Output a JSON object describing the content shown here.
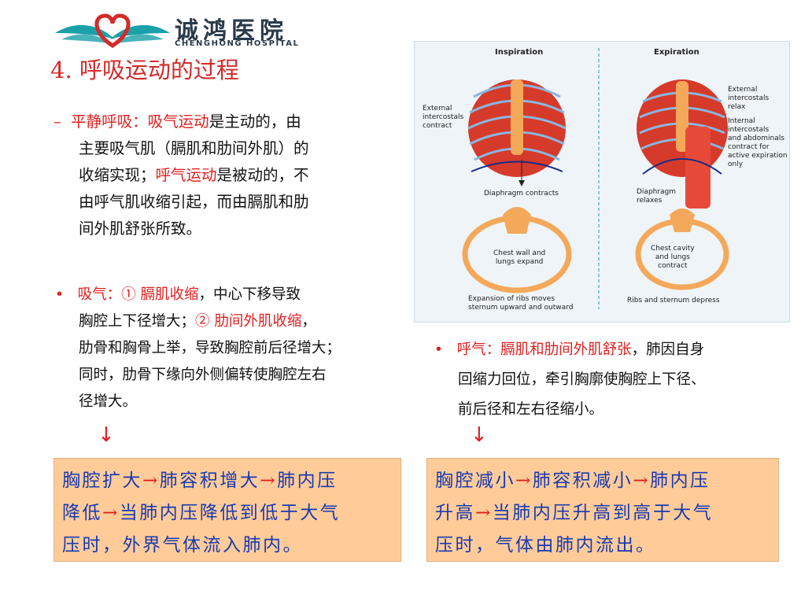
{
  "logo": {
    "name_cn": "诚鸿医院",
    "name_en": "CHENGHONG HOSPITAL"
  },
  "title": "4. 呼吸运动的过程",
  "para1": {
    "bullet": "–",
    "lead_red": "平静呼吸：",
    "red1": "吸气运动",
    "text1": "是主动的，由",
    "line2": "主要吸气肌（膈肌和肋间外肌）的",
    "line3a": "收缩实现；",
    "red2": "呼气运动",
    "text3b": "是被动的，不",
    "line4": "由呼气肌收缩引起，而由膈肌和肋",
    "line5": "间外肌舒张所致。"
  },
  "para2": {
    "bullet": "•",
    "lead_red": "吸气：",
    "red1": "① 膈肌收缩",
    "text1": "，中心下移导致",
    "line2a": "胸腔上下径增大；",
    "red2": "② 肋间外肌收缩",
    "text2b": "，",
    "line3": "肋骨和胸骨上举，导致胸腔前后径增大；",
    "line4": "同时，肋骨下缘向外侧偏转使胸腔左右",
    "line5": "径增大。"
  },
  "para3": {
    "bullet": "•",
    "lead_red": "呼气：膈肌和肋间外肌舒张",
    "text1": "，肺因自身",
    "line2": "回缩力回位，牵引胸廓使胸腔上下径、",
    "line3": "前后径和左右径缩小。"
  },
  "arrows": {
    "down": "↓",
    "right": "→"
  },
  "box1": {
    "l1a": "胸腔扩大",
    "l1b": "肺容积增大",
    "l1c": "肺内压",
    "l2a": "降低",
    "l2b": "当肺内压降低到低于大气",
    "l3": "压时，外界气体流入肺内。"
  },
  "box2": {
    "l1a": "胸腔减小",
    "l1b": "肺容积减小",
    "l1c": "肺内压",
    "l2a": "升高",
    "l2b": "当肺内压升高到高于大气",
    "l3": "压时，气体由肺内流出。"
  },
  "figure": {
    "insp_head": "Inspiration",
    "exp_head": "Expiration",
    "ext_contract": [
      "External",
      "intercostals",
      "contract"
    ],
    "diaphragm_contracts": "Diaphragm contracts",
    "chest_expand": [
      "Chest wall and",
      "lungs expand"
    ],
    "ribs_move": [
      "Expansion of ribs moves",
      "sternum upward and outward"
    ],
    "ext_relax": [
      "External",
      "intercostals",
      "relax"
    ],
    "int_contract": [
      "Internal",
      "intercostals",
      "and abdominals",
      "contract for",
      "active expiration",
      "only"
    ],
    "diaphragm_relaxes": [
      "Diaphragm",
      "relaxes"
    ],
    "chest_contract": [
      "Chest cavity",
      "and lungs",
      "contract"
    ],
    "ribs_depress": "Ribs and sternum depress"
  },
  "colors": {
    "title": "#d42a2a",
    "emphasis": "#e02020",
    "box_bg": "#ffcc99",
    "box_text": "#1a3ab0",
    "logo_red": "#d42a2a",
    "logo_teal": "#1aa0a8"
  }
}
